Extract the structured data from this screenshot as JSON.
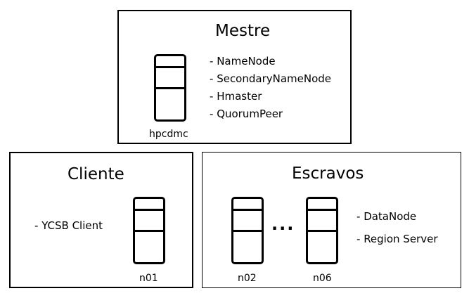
{
  "master": {
    "title": "Mestre",
    "host": "hpcdmc",
    "services": [
      "NameNode",
      "SecondaryNameNode",
      "Hmaster",
      "QuorumPeer"
    ]
  },
  "client": {
    "title": "Cliente",
    "host": "n01",
    "services": [
      "YCSB Client"
    ]
  },
  "slaves": {
    "title": "Escravos",
    "hosts": [
      "n02",
      "n06"
    ],
    "ellipsis": "...",
    "services": [
      "DataNode",
      "Region Server"
    ]
  }
}
